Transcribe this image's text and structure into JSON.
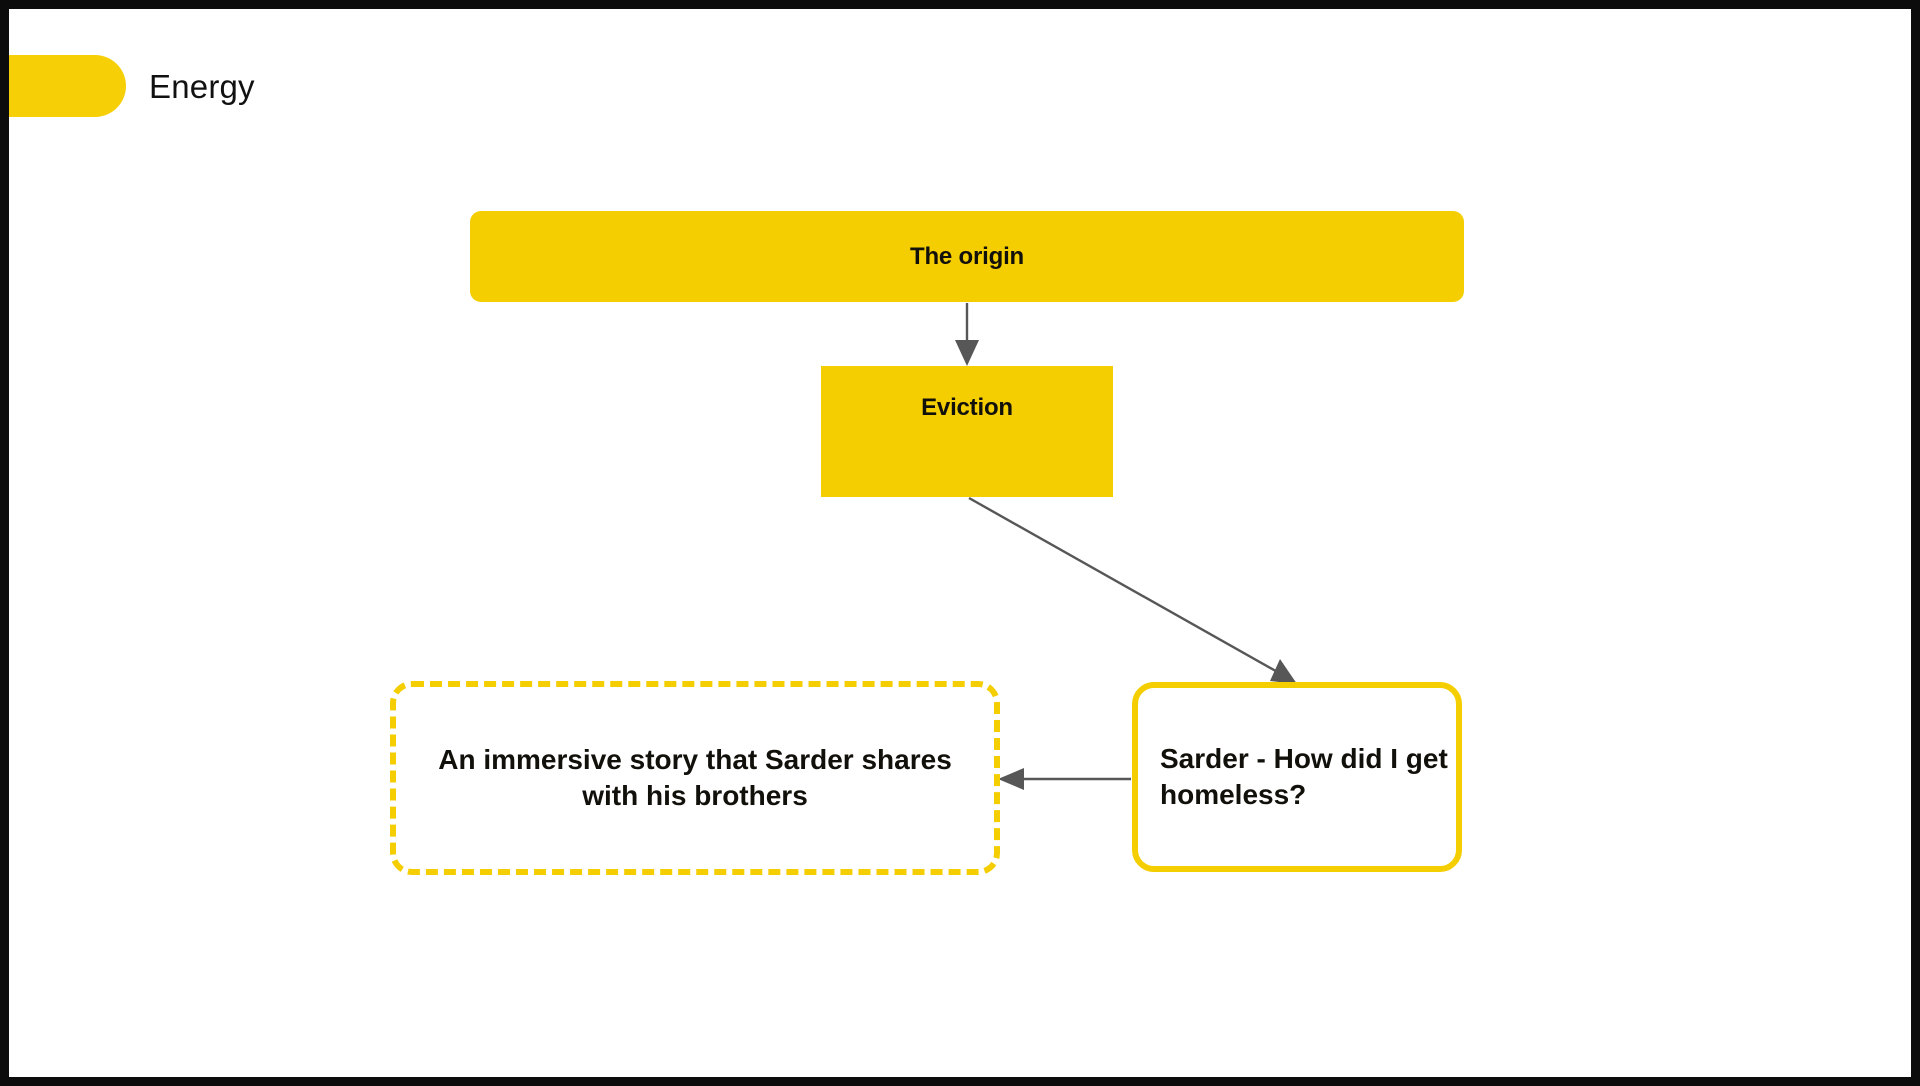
{
  "frame": {
    "border_color": "#0c0c0c",
    "canvas_color": "#ffffff"
  },
  "header": {
    "pill_icon": "section-pill-marker",
    "pill_color": "#F6CF06",
    "title": "Energy"
  },
  "theme": {
    "accent": "#F4CE00",
    "text": "#12100b",
    "connector": "#575757"
  },
  "diagram": {
    "type": "flowchart",
    "nodes": [
      {
        "id": "origin",
        "label": "The origin",
        "shape": "rounded-rect",
        "fill": "#F4CE00",
        "border": "none"
      },
      {
        "id": "eviction",
        "label": "Eviction",
        "shape": "rect",
        "fill": "#F4CE00",
        "border": "none"
      },
      {
        "id": "story",
        "label": "An immersive story that Sarder shares with his brothers",
        "shape": "rounded-rect",
        "fill": "#ffffff",
        "border": "dashed #F4CE00"
      },
      {
        "id": "sarder",
        "label": "Sarder - How did I get homeless?",
        "shape": "rounded-rect",
        "fill": "#ffffff",
        "border": "solid #F4CE00"
      }
    ],
    "edges": [
      {
        "id": "origin-to-eviction",
        "from": "origin",
        "to": "eviction",
        "direction": "down"
      },
      {
        "id": "eviction-to-sarder",
        "from": "eviction",
        "to": "sarder",
        "direction": "diagonal-down-right"
      },
      {
        "id": "sarder-to-story",
        "from": "sarder",
        "to": "story",
        "direction": "left"
      }
    ]
  }
}
